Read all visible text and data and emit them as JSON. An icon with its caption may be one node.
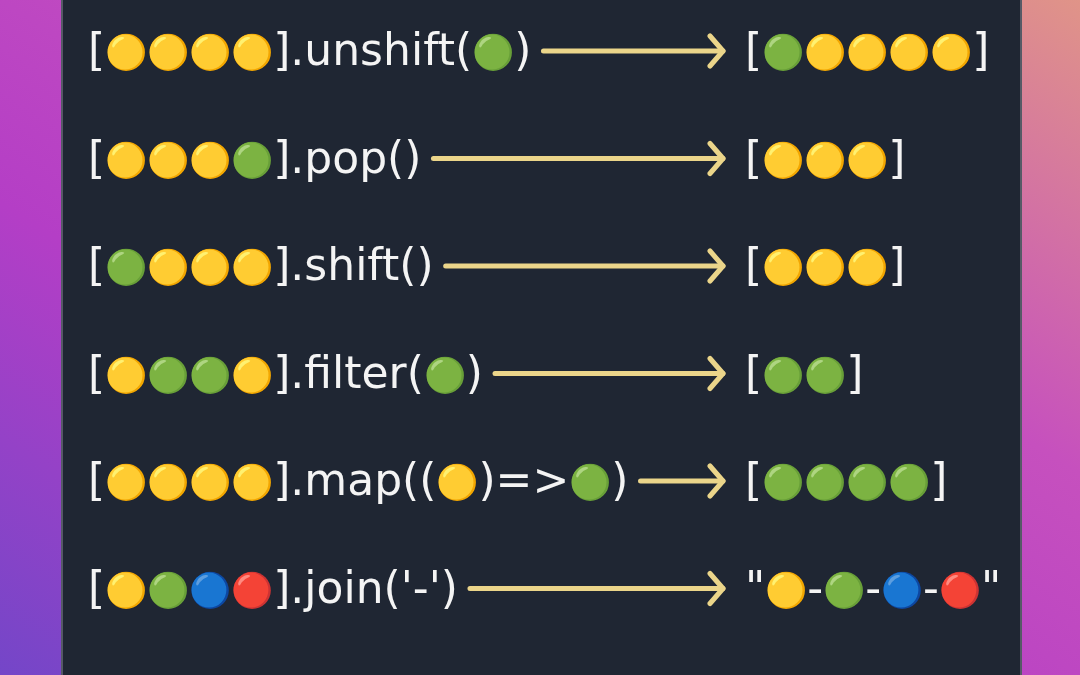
{
  "diagram": {
    "nodes": [
      {
        "text": [
          "[🟡🟡🟡🟡].unshift(🟢)"
        ]
      },
      {
        "text": [
          "[🟢🟡🟡🟡🟡]"
        ]
      },
      {
        "text": [
          "[🟡🟡🟡🟢].pop()"
        ]
      },
      {
        "text": [
          "[🟡🟡🟡]"
        ]
      },
      {
        "text": [
          "[🟢🟡🟡🟡].shift()"
        ]
      },
      {
        "text": [
          "[🟡🟡🟡]"
        ]
      },
      {
        "text": [
          "[🟡🟢🟢🟡].filter(🟢)"
        ]
      },
      {
        "text": [
          "[🟢🟢]"
        ]
      },
      {
        "text": [
          "[🟡🟡🟡🟡].map((🟡)=>🟢)"
        ]
      },
      {
        "text": [
          "[🟢🟢🟢🟢]"
        ]
      },
      {
        "text": [
          "[🟡🟢🔵🔴].join('-')"
        ]
      },
      {
        "text": [
          "\"🟡-🟢-🔵-🔴\""
        ]
      }
    ],
    "edges": [
      {
        "from": 0,
        "to": 1,
        "arrow": "to"
      },
      {
        "from": 2,
        "to": 3,
        "arrow": "to"
      },
      {
        "from": 4,
        "to": 5,
        "arrow": "to"
      },
      {
        "from": 6,
        "to": 7,
        "arrow": "to"
      },
      {
        "from": 8,
        "to": 9,
        "arrow": "to"
      },
      {
        "from": 10,
        "to": 11,
        "arrow": "to"
      }
    ]
  }
}
